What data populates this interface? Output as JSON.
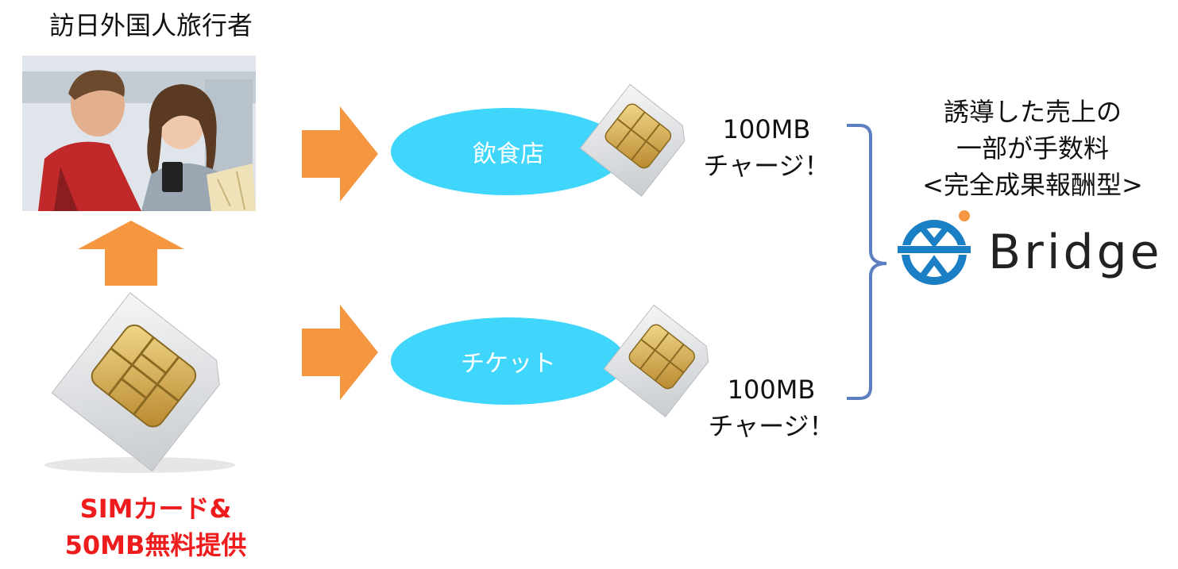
{
  "title": "訪日外国人旅行者",
  "photo": {
    "icon": "tourists-photo"
  },
  "sim_caption": {
    "line1": "SIMカード&",
    "line2": "50MB無料提供"
  },
  "partners": [
    {
      "label": "飲食店",
      "charge_amount": "100MB",
      "charge_text": "チャージ！"
    },
    {
      "label": "チケット",
      "charge_amount": "100MB",
      "charge_text": "チャージ！"
    }
  ],
  "commission": {
    "line1": "誘導した売上の",
    "line2": "一部が手数料",
    "line3": "<完全成果報酬型>"
  },
  "brand": {
    "name": "Bridge",
    "logo_icon": "bridge-logo-icon"
  },
  "colors": {
    "arrow": "#f59640",
    "ellipse": "#40d6fb",
    "caption": "#ee1c1c",
    "brace": "#5b7fc0",
    "logo_blue": "#1a7fc4",
    "logo_dot": "#f59640"
  }
}
